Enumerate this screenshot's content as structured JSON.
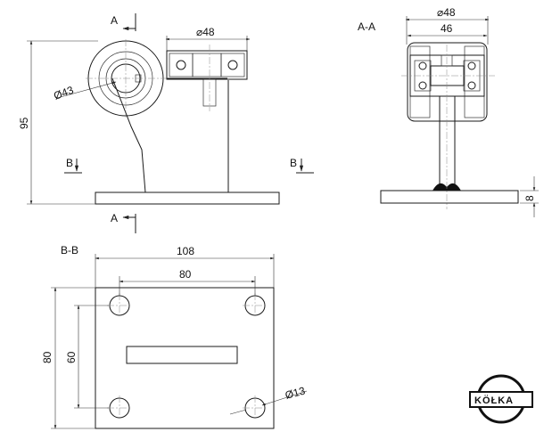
{
  "side_view": {
    "section_mark_top": "A",
    "section_mark_bottom": "A",
    "section_b_left": "B",
    "section_b_right": "B",
    "dim_height": "95",
    "dim_wheel_dia": "⌀48",
    "dim_pin_dia": "Ø43"
  },
  "section_aa": {
    "title": "A-A",
    "dim_outer": "⌀48",
    "dim_inner": "46",
    "dim_plate": "8"
  },
  "section_bb": {
    "title": "B-B",
    "dim_width": "108",
    "dim_hole_spacing_x": "80",
    "dim_height": "80",
    "dim_hole_spacing_y": "60",
    "dim_hole_dia": "Ø13"
  },
  "logo": {
    "text": "KÖŁKA"
  }
}
